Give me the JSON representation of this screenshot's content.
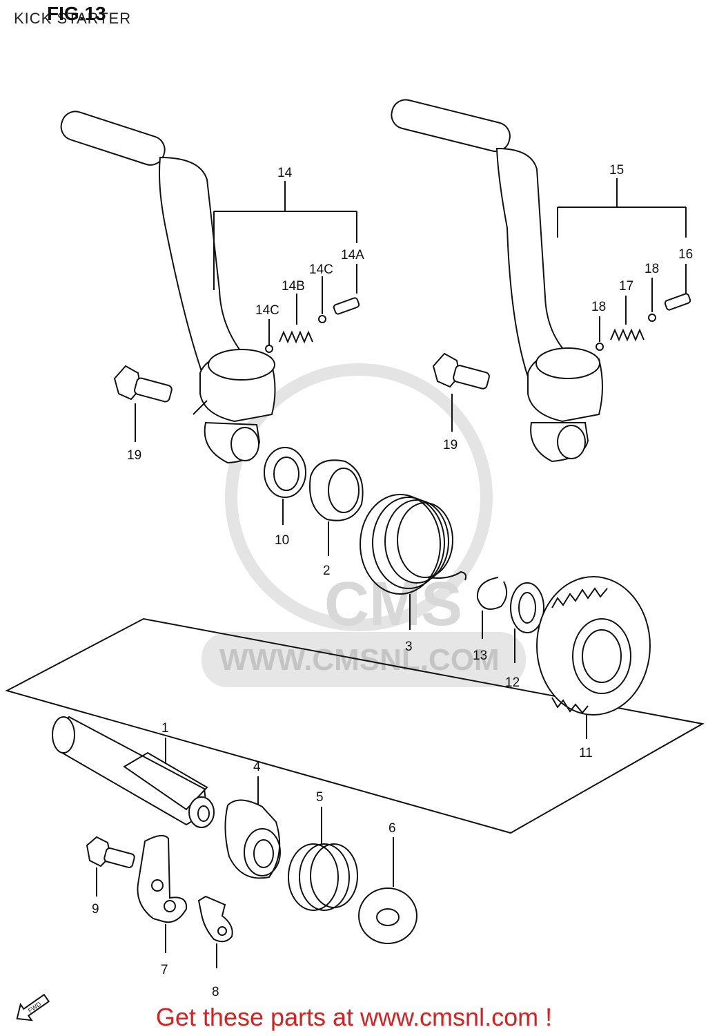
{
  "header": {
    "title": "KICK STARTER",
    "figure": "FIG.13"
  },
  "watermark": {
    "logo_text": "CMS",
    "url_text": "WWW.CMSNL.COM"
  },
  "fwd_label": "FWD",
  "footer": {
    "cta": "Get these parts at www.cmsnl.com !"
  },
  "parts": {
    "p14": "14",
    "p14A": "14A",
    "p14B": "14B",
    "p14C_a": "14C",
    "p14C_b": "14C",
    "p15": "15",
    "p16": "16",
    "p17": "17",
    "p18_a": "18",
    "p18_b": "18",
    "p19_a": "19",
    "p19_b": "19",
    "p10": "10",
    "p2": "2",
    "p3": "3",
    "p13": "13",
    "p12": "12",
    "p11": "11",
    "p1": "1",
    "p4": "4",
    "p5": "5",
    "p6": "6",
    "p9": "9",
    "p7": "7",
    "p8": "8"
  }
}
